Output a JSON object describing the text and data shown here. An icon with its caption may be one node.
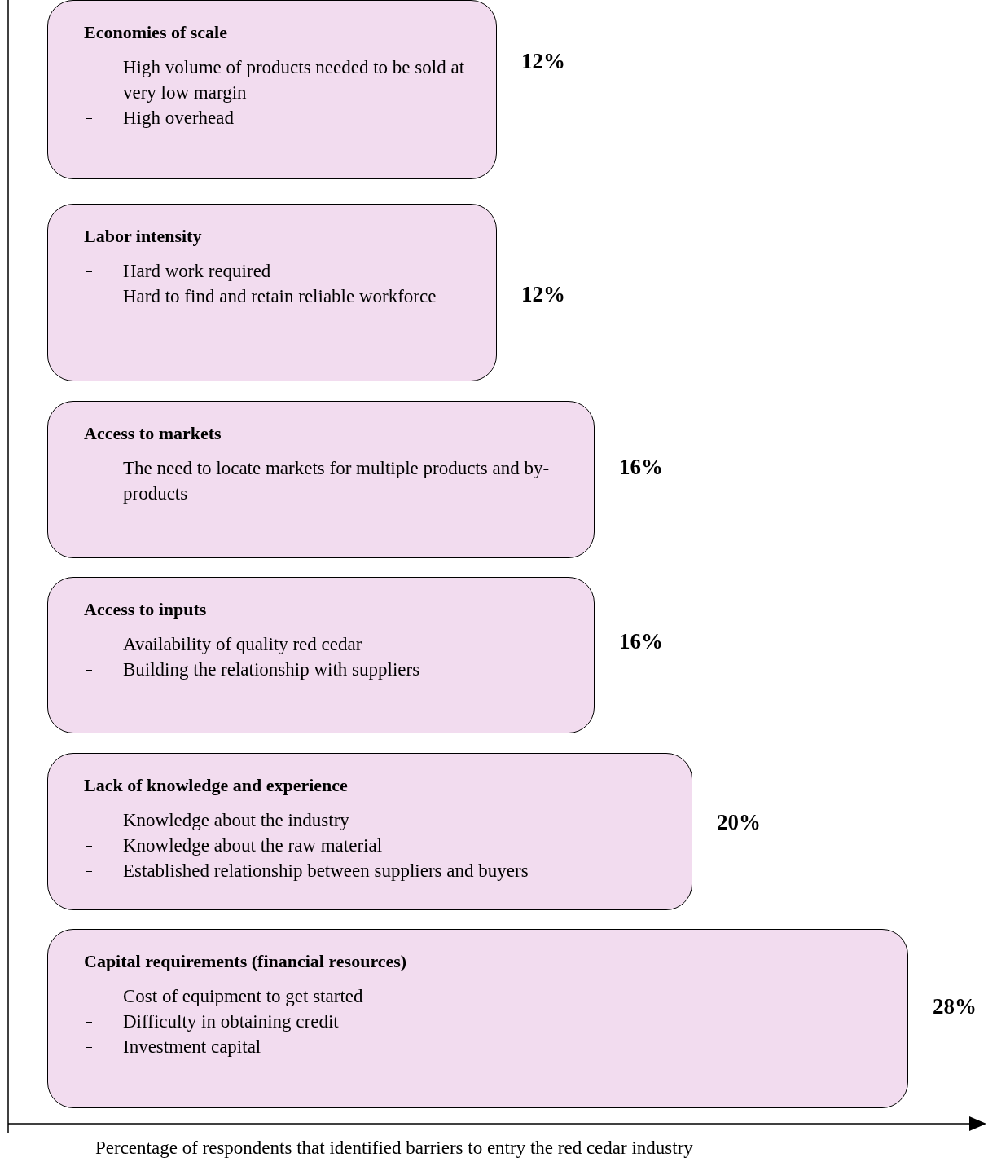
{
  "diagram": {
    "nodes": [
      {
        "text": [
          "Economies of scale",
          "High volume of products needed to be sold at very low margin",
          "High overhead"
        ],
        "beside": [
          "12%"
        ]
      },
      {
        "text": [
          "Labor intensity",
          "Hard work required",
          "Hard to find and retain reliable workforce"
        ],
        "beside": [
          "12%"
        ]
      },
      {
        "text": [
          "Access to markets",
          "The need to locate markets for multiple products and by-products"
        ],
        "beside": [
          "16%"
        ]
      },
      {
        "text": [
          "Access to inputs",
          "Availability of quality red cedar",
          "Building the relationship with suppliers"
        ],
        "beside": [
          "16%"
        ]
      },
      {
        "text": [
          "Lack of knowledge and experience",
          "Knowledge about the industry",
          "Knowledge about the raw material",
          "Established relationship between suppliers and buyers"
        ],
        "beside": [
          "20%"
        ]
      },
      {
        "text": [
          "Capital requirements (financial resources)",
          "Cost of equipment to get started",
          "Difficulty in obtaining credit",
          "Investment capital"
        ],
        "beside": [
          "28%"
        ]
      }
    ],
    "labels": [
      "Percentage of respondents that identified barriers to entry the red cedar industry"
    ]
  }
}
